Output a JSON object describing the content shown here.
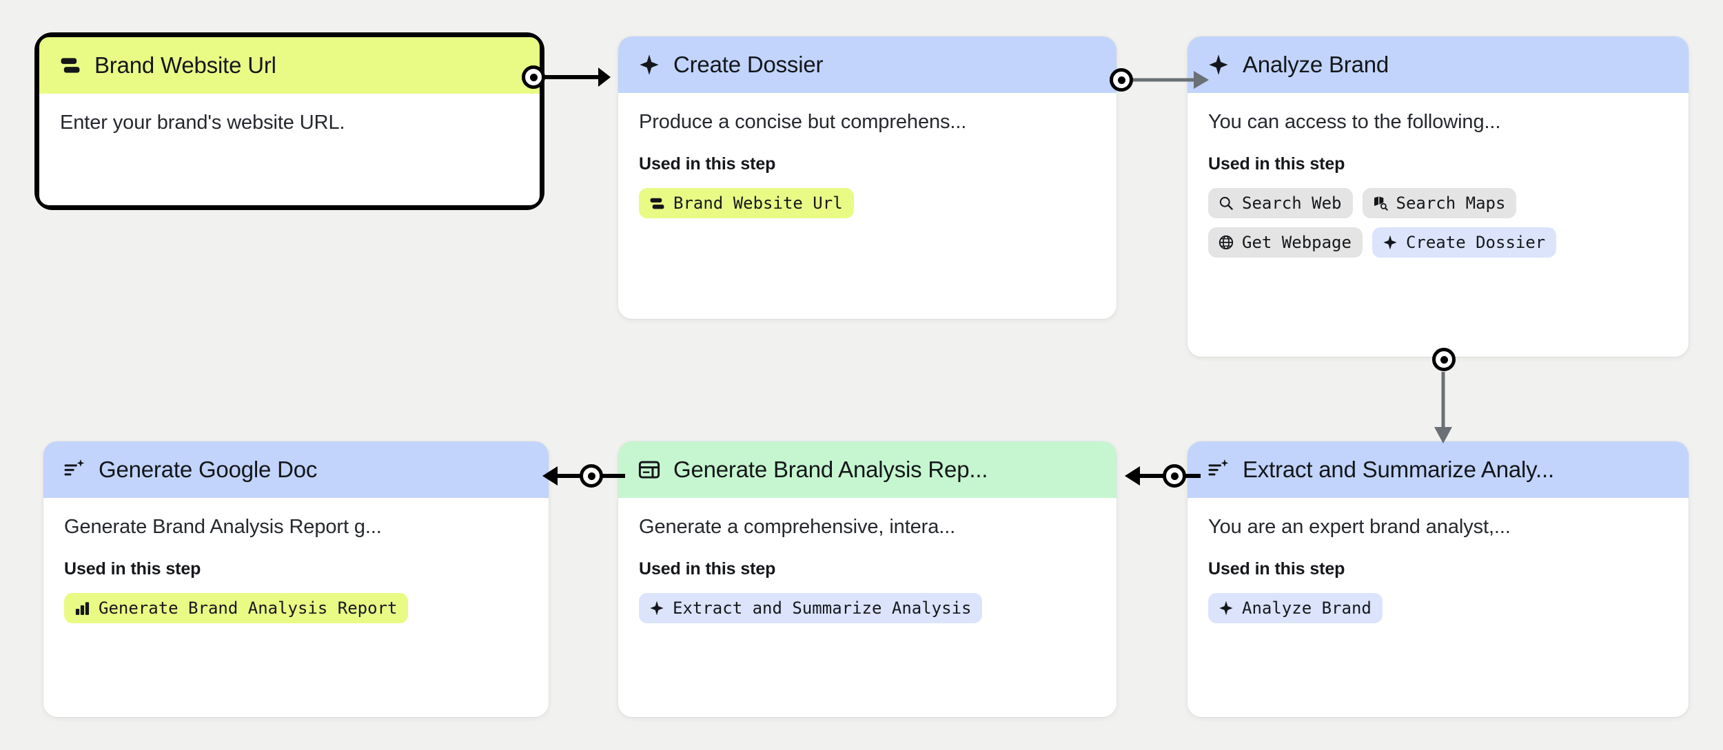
{
  "canvas": {
    "background": "#f1f1f0",
    "accent_yellow": "#e9fb85",
    "accent_blue": "#c2d4fb",
    "accent_green": "#c6f6d0",
    "edge_dark": "#000000",
    "edge_light": "#6b6f76"
  },
  "used_in_step_label": "Used in this step",
  "nodes": [
    {
      "id": "brand-website-url",
      "title": "Brand Website Url",
      "icon": "input-bars-icon",
      "header_color": "yellow",
      "selected": true,
      "description": "Enter your brand's website URL.",
      "chips": []
    },
    {
      "id": "create-dossier",
      "title": "Create Dossier",
      "icon": "sparkle-icon",
      "header_color": "blue",
      "selected": false,
      "description": "Produce a concise but comprehens...",
      "chips": [
        {
          "label": "Brand Website Url",
          "icon": "input-bars-icon",
          "color": "yellow"
        }
      ]
    },
    {
      "id": "analyze-brand",
      "title": "Analyze Brand",
      "icon": "sparkle-icon",
      "header_color": "blue",
      "selected": false,
      "description": "You can access to the following...",
      "chips": [
        {
          "label": "Search Web",
          "icon": "search-icon",
          "color": "gray"
        },
        {
          "label": "Search Maps",
          "icon": "map-search-icon",
          "color": "gray"
        },
        {
          "label": "Get Webpage",
          "icon": "globe-icon",
          "color": "gray"
        },
        {
          "label": "Create Dossier",
          "icon": "sparkle-icon",
          "color": "blue"
        }
      ]
    },
    {
      "id": "generate-google-doc",
      "title": "Generate Google Doc",
      "icon": "text-sparkle-icon",
      "header_color": "blue",
      "selected": false,
      "description": "Generate Brand Analysis Report g...",
      "chips": [
        {
          "label": "Generate Brand Analysis Report",
          "icon": "bar-chart-icon",
          "color": "yellow"
        }
      ]
    },
    {
      "id": "generate-brand-analysis-report",
      "title": "Generate Brand Analysis Rep...",
      "icon": "panel-layout-icon",
      "header_color": "green",
      "selected": false,
      "description": "Generate a comprehensive, intera...",
      "chips": [
        {
          "label": "Extract and Summarize Analysis",
          "icon": "sparkle-icon",
          "color": "blue"
        }
      ]
    },
    {
      "id": "extract-and-summarize-analysis",
      "title": "Extract and Summarize Analy...",
      "icon": "text-sparkle-icon",
      "header_color": "blue",
      "selected": false,
      "description": "You are an expert brand analyst,...",
      "chips": [
        {
          "label": "Analyze Brand",
          "icon": "sparkle-icon",
          "color": "blue"
        }
      ]
    }
  ],
  "edges": [
    {
      "from": "brand-website-url",
      "to": "create-dossier",
      "direction": "right",
      "style": "dark"
    },
    {
      "from": "create-dossier",
      "to": "analyze-brand",
      "direction": "right",
      "style": "light"
    },
    {
      "from": "analyze-brand",
      "to": "extract-and-summarize-analysis",
      "direction": "down",
      "style": "light"
    },
    {
      "from": "extract-and-summarize-analysis",
      "to": "generate-brand-analysis-report",
      "direction": "left",
      "style": "dark"
    },
    {
      "from": "generate-brand-analysis-report",
      "to": "generate-google-doc",
      "direction": "left",
      "style": "dark"
    }
  ]
}
